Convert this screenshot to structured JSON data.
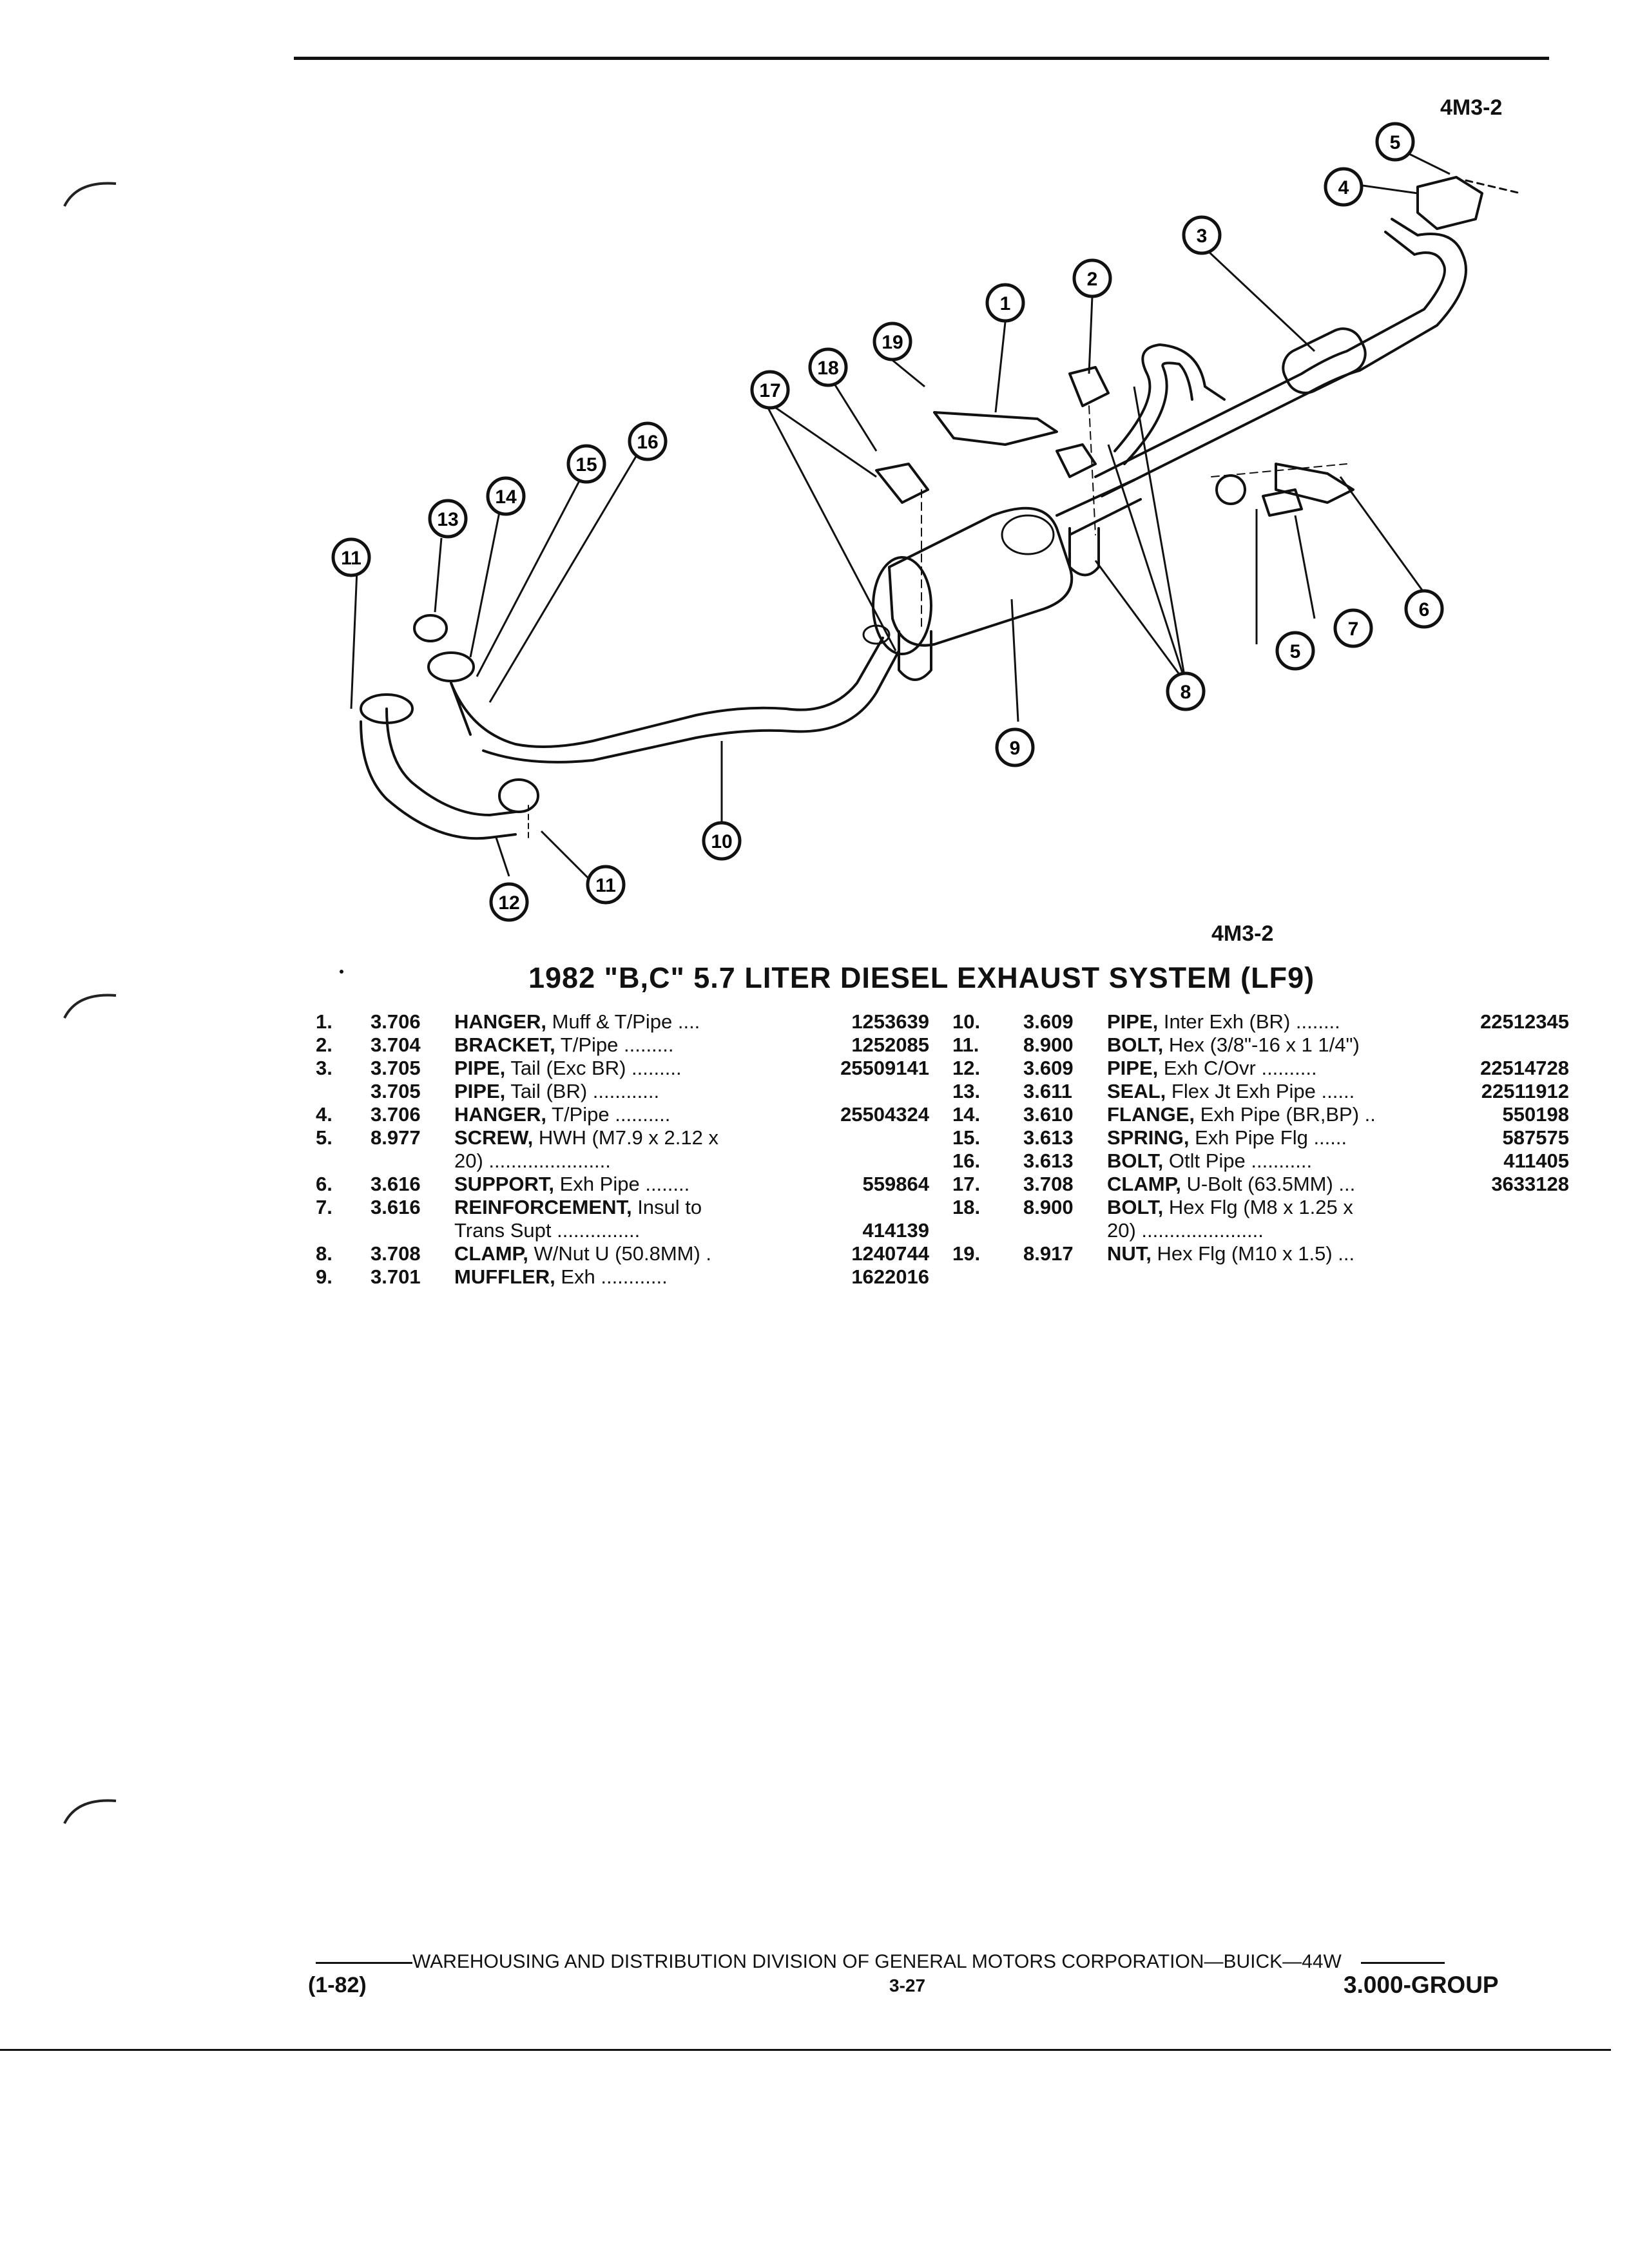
{
  "figure": {
    "code_top": "4M3-2",
    "code_bottom": "4M3-2",
    "callouts": [
      "1",
      "2",
      "3",
      "4",
      "5",
      "5",
      "6",
      "7",
      "8",
      "9",
      "10",
      "11",
      "11",
      "12",
      "13",
      "14",
      "15",
      "16",
      "17",
      "18",
      "19"
    ]
  },
  "title": "1982 \"B,C\" 5.7 LITER DIESEL EXHAUST SYSTEM (LF9)",
  "parts_left": [
    {
      "no": "1.",
      "group": "3.706",
      "name": "HANGER,",
      "desc": " Muff & T/Pipe ....",
      "cont": "",
      "pn": "1253639"
    },
    {
      "no": "2.",
      "group": "3.704",
      "name": "BRACKET,",
      "desc": " T/Pipe .........",
      "cont": "",
      "pn": "1252085"
    },
    {
      "no": "3.",
      "group": "3.705",
      "name": "PIPE,",
      "desc": " Tail (Exc BR) .........",
      "cont": "",
      "pn": "25509141"
    },
    {
      "no": "",
      "group": "3.705",
      "name": "PIPE,",
      "desc": " Tail (BR) ............",
      "cont": "",
      "pn": ""
    },
    {
      "no": "4.",
      "group": "3.706",
      "name": "HANGER,",
      "desc": " T/Pipe ..........",
      "cont": "",
      "pn": "25504324"
    },
    {
      "no": "5.",
      "group": "8.977",
      "name": "SCREW,",
      "desc": " HWH (M7.9 x 2.12 x",
      "cont": "20) ......................",
      "pn": ""
    },
    {
      "no": "6.",
      "group": "3.616",
      "name": "SUPPORT,",
      "desc": " Exh Pipe ........",
      "cont": "",
      "pn": "559864"
    },
    {
      "no": "7.",
      "group": "3.616",
      "name": "REINFORCEMENT,",
      "desc": " Insul to",
      "cont": "Trans Supt ...............",
      "pn": "414139"
    },
    {
      "no": "8.",
      "group": "3.708",
      "name": "CLAMP,",
      "desc": " W/Nut U (50.8MM) .",
      "cont": "",
      "pn": "1240744"
    },
    {
      "no": "9.",
      "group": "3.701",
      "name": "MUFFLER,",
      "desc": " Exh ............",
      "cont": "",
      "pn": "1622016"
    }
  ],
  "parts_right": [
    {
      "no": "10.",
      "group": "3.609",
      "name": "PIPE,",
      "desc": " Inter Exh (BR) ........",
      "cont": "",
      "pn": "22512345"
    },
    {
      "no": "11.",
      "group": "8.900",
      "name": "BOLT,",
      "desc": " Hex (3/8\"-16 x 1 1/4\")",
      "cont": "",
      "pn": ""
    },
    {
      "no": "12.",
      "group": "3.609",
      "name": "PIPE,",
      "desc": " Exh C/Ovr ..........",
      "cont": "",
      "pn": "22514728"
    },
    {
      "no": "13.",
      "group": "3.611",
      "name": "SEAL,",
      "desc": " Flex Jt Exh Pipe ......",
      "cont": "",
      "pn": "22511912"
    },
    {
      "no": "14.",
      "group": "3.610",
      "name": "FLANGE,",
      "desc": " Exh Pipe (BR,BP) ..",
      "cont": "",
      "pn": "550198"
    },
    {
      "no": "15.",
      "group": "3.613",
      "name": "SPRING,",
      "desc": " Exh Pipe Flg ......",
      "cont": "",
      "pn": "587575"
    },
    {
      "no": "16.",
      "group": "3.613",
      "name": "BOLT,",
      "desc": " Otlt Pipe ...........",
      "cont": "",
      "pn": "411405"
    },
    {
      "no": "17.",
      "group": "3.708",
      "name": "CLAMP,",
      "desc": " U-Bolt (63.5MM) ...",
      "cont": "",
      "pn": "3633128"
    },
    {
      "no": "18.",
      "group": "8.900",
      "name": "BOLT,",
      "desc": " Hex Flg (M8 x 1.25 x",
      "cont": "20) ......................",
      "pn": ""
    },
    {
      "no": "19.",
      "group": "8.917",
      "name": "NUT,",
      "desc": " Hex Flg (M10 x 1.5) ...",
      "cont": "",
      "pn": ""
    }
  ],
  "footer": {
    "line": "WAREHOUSING AND DISTRIBUTION DIVISION OF GENERAL MOTORS CORPORATION—BUICK—44W",
    "date": "(1-82)",
    "page": "3-27",
    "group": "3.000-GROUP"
  }
}
